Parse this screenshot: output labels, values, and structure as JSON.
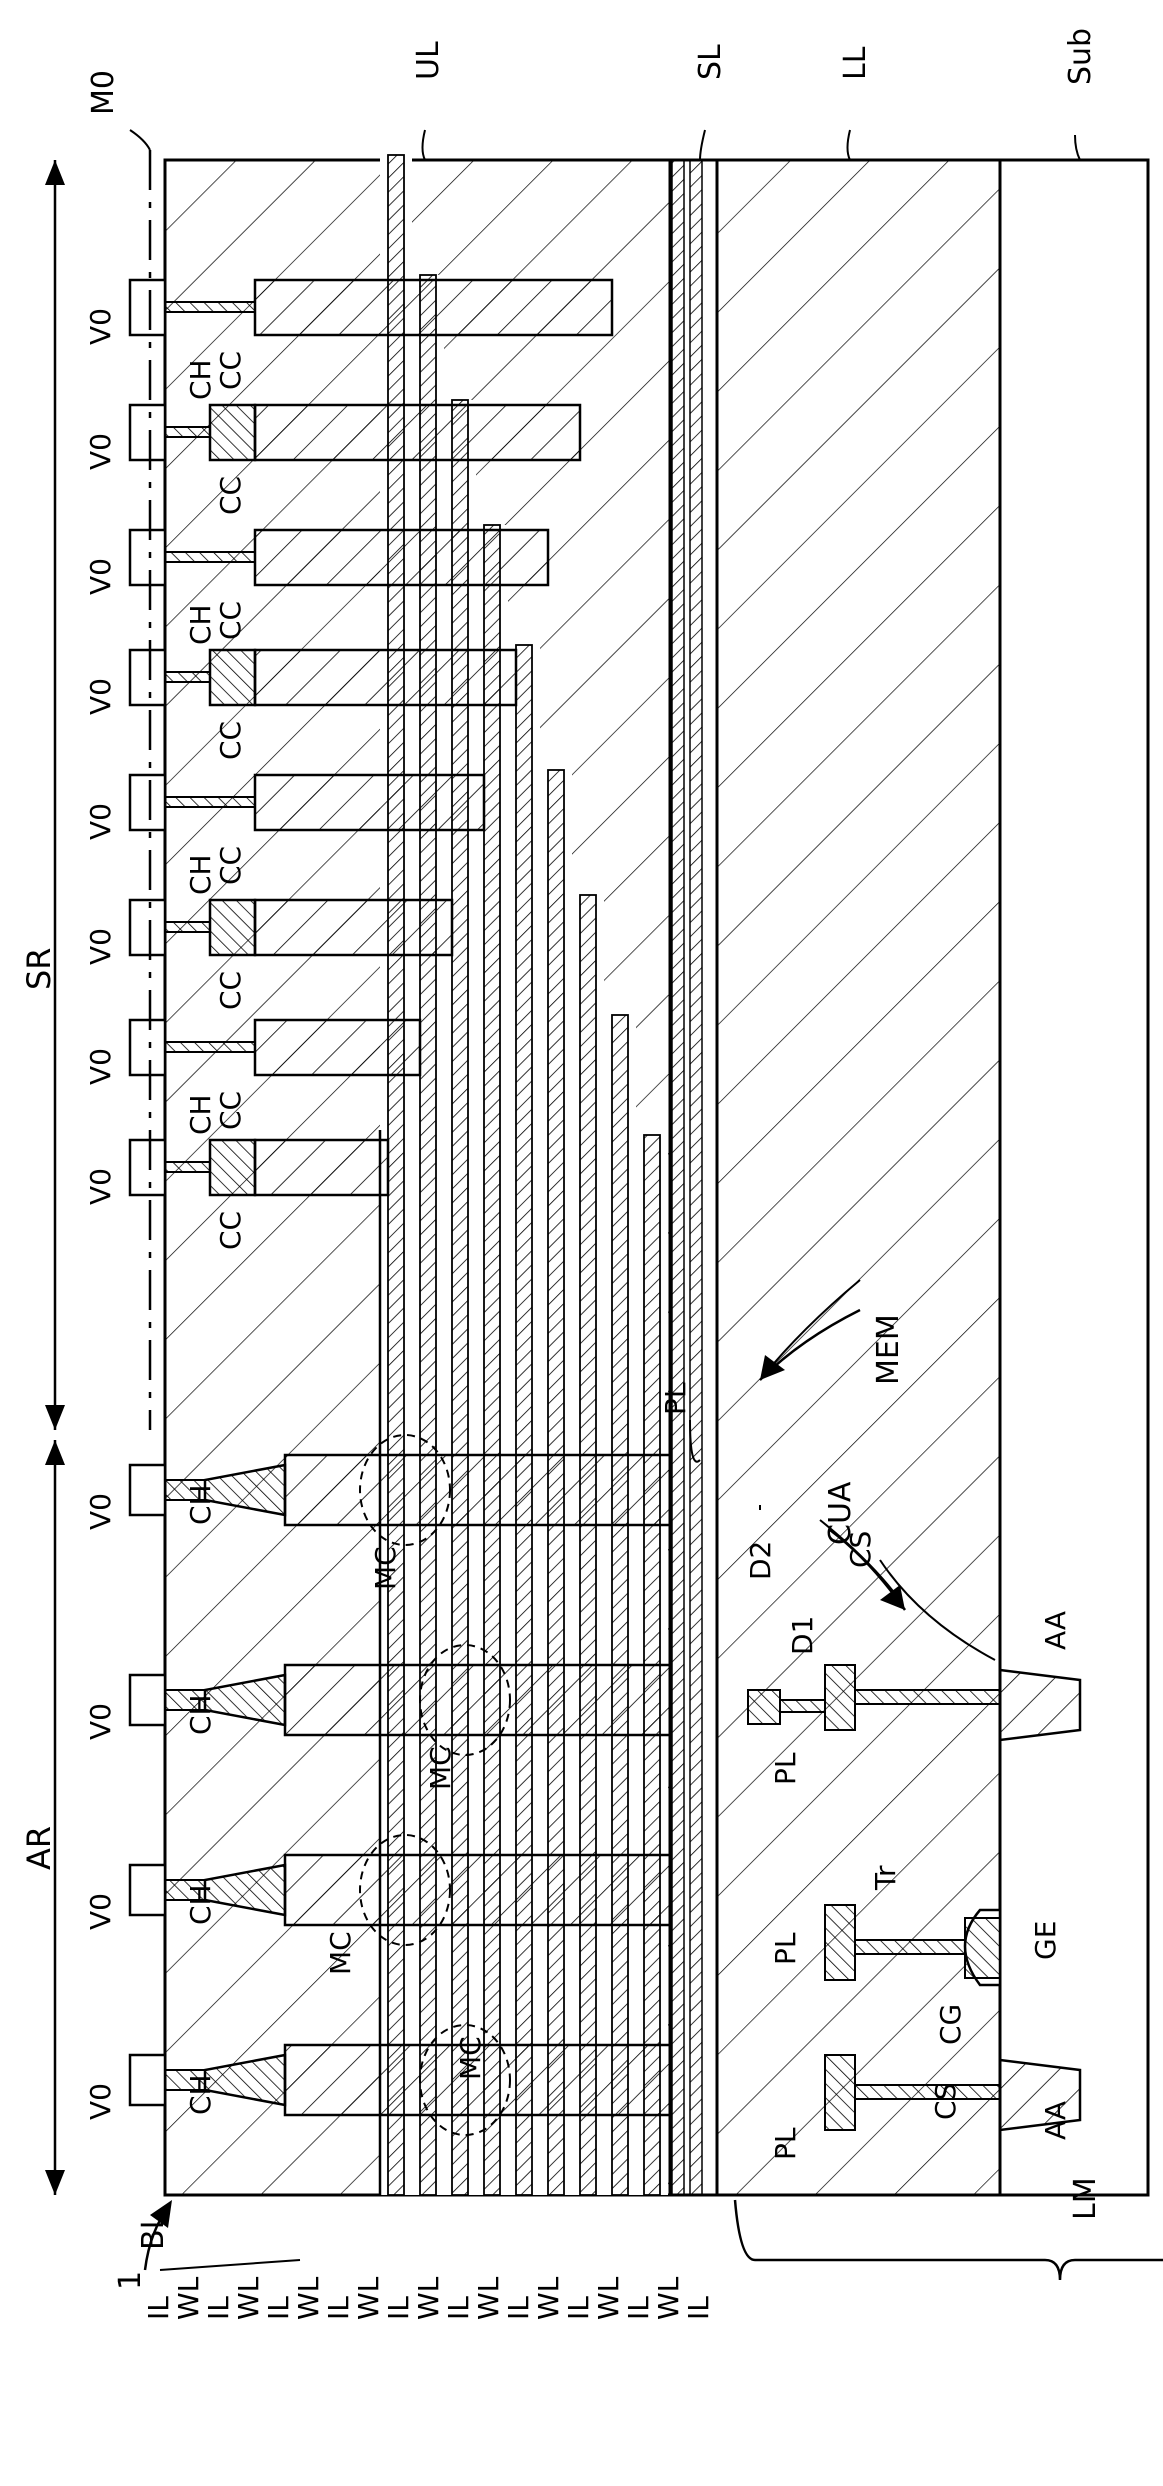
{
  "diagram": {
    "figure_ref": "1",
    "labels": {
      "M0": "M0",
      "UL": "UL",
      "SL": "SL",
      "LL": "LL",
      "Sub": "Sub",
      "SR": "SR",
      "AR": "AR",
      "MEM": "MEM",
      "CUA": "CUA",
      "BL": "BL",
      "LM": "LM",
      "PL": "PL",
      "D1": "D1",
      "D2": "D2",
      "CS": "CS",
      "Tr": "Tr",
      "CG": "CG",
      "GE": "GE",
      "AA": "AA",
      "MC": "MC",
      "CH": "CH",
      "CC": "CC",
      "V0": "V0",
      "WL": "WL",
      "IL": "IL"
    },
    "stack_labels": [
      "IL",
      "WL",
      "IL",
      "WL",
      "IL",
      "WL",
      "IL",
      "WL",
      "IL",
      "WL",
      "IL",
      "WL",
      "IL",
      "WL",
      "IL",
      "WL",
      "IL",
      "WL",
      "IL"
    ],
    "staircase_steps": 9,
    "memory_pillars": 4,
    "colors": {
      "line": "#000000",
      "background": "#ffffff"
    }
  }
}
